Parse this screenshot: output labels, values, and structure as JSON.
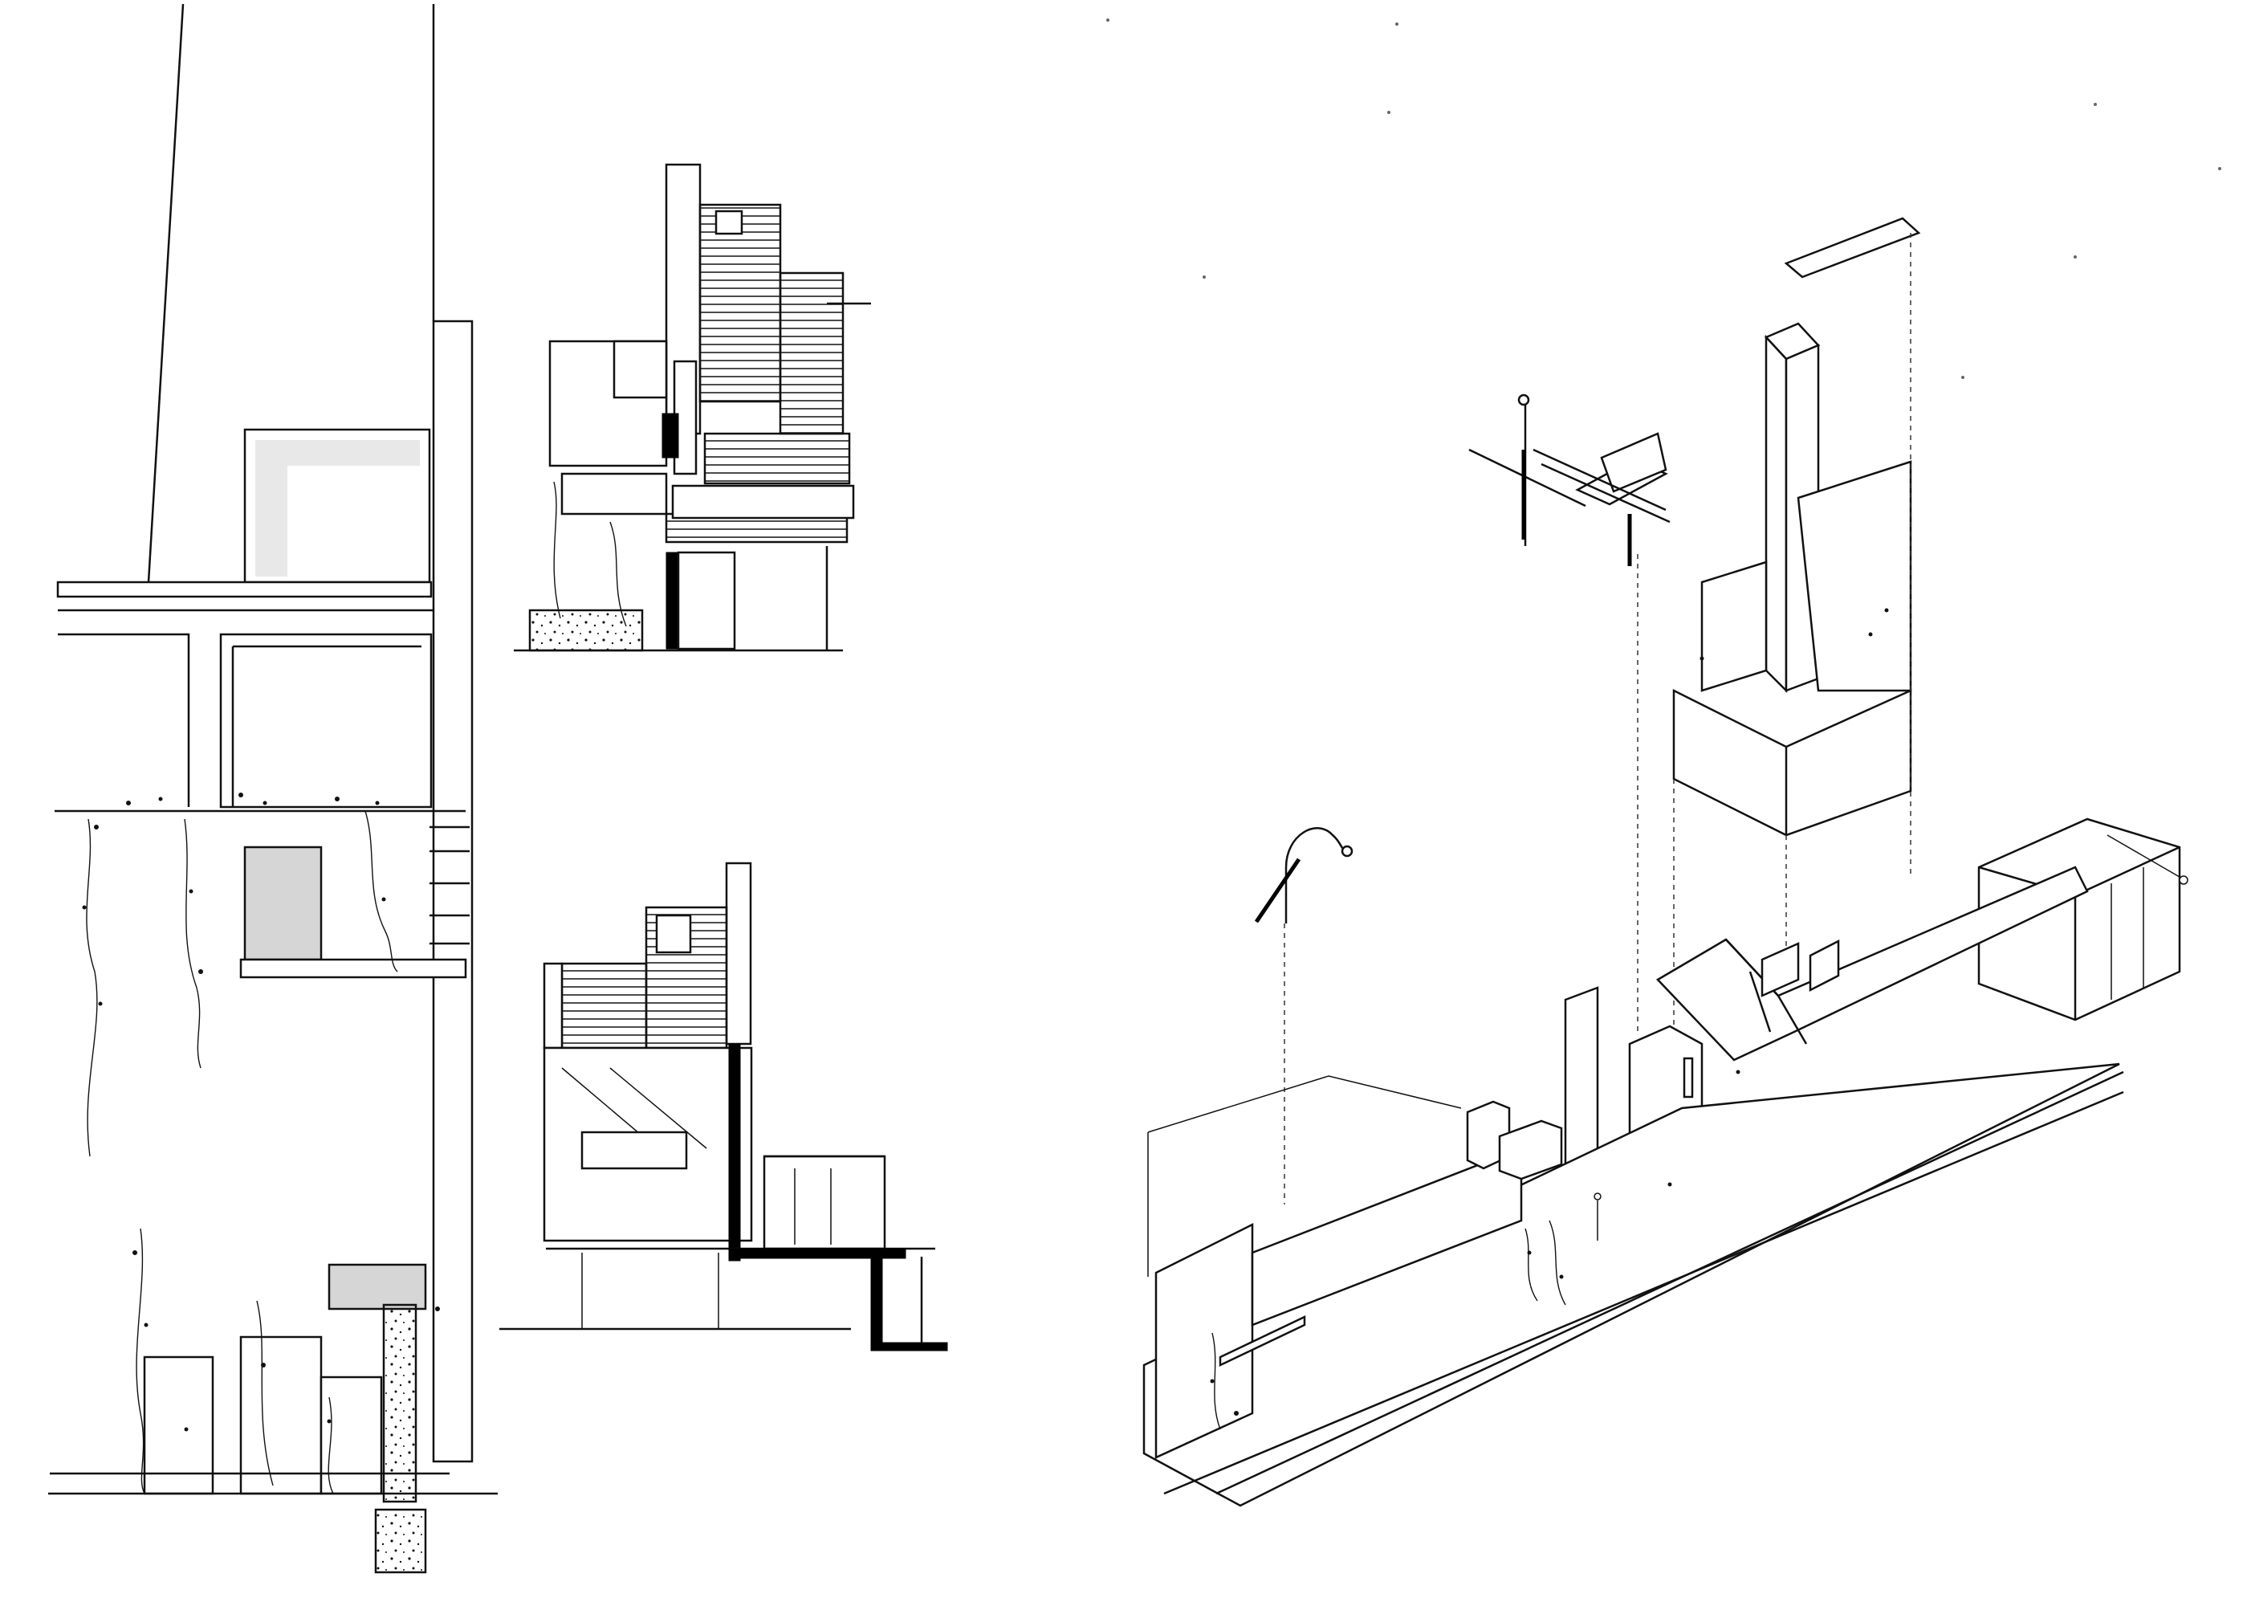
{
  "sheet": {
    "type": "architectural drawing sheet",
    "colors": {
      "ink": "#111111",
      "paper": "#ffffff",
      "tone": "#d6d6d6"
    }
  },
  "drawings": [
    {
      "id": "elevation-large",
      "kind": "elevation"
    },
    {
      "id": "elevation-small",
      "kind": "elevation"
    },
    {
      "id": "section",
      "kind": "section"
    },
    {
      "id": "axonometric",
      "kind": "exploded axonometric"
    }
  ]
}
